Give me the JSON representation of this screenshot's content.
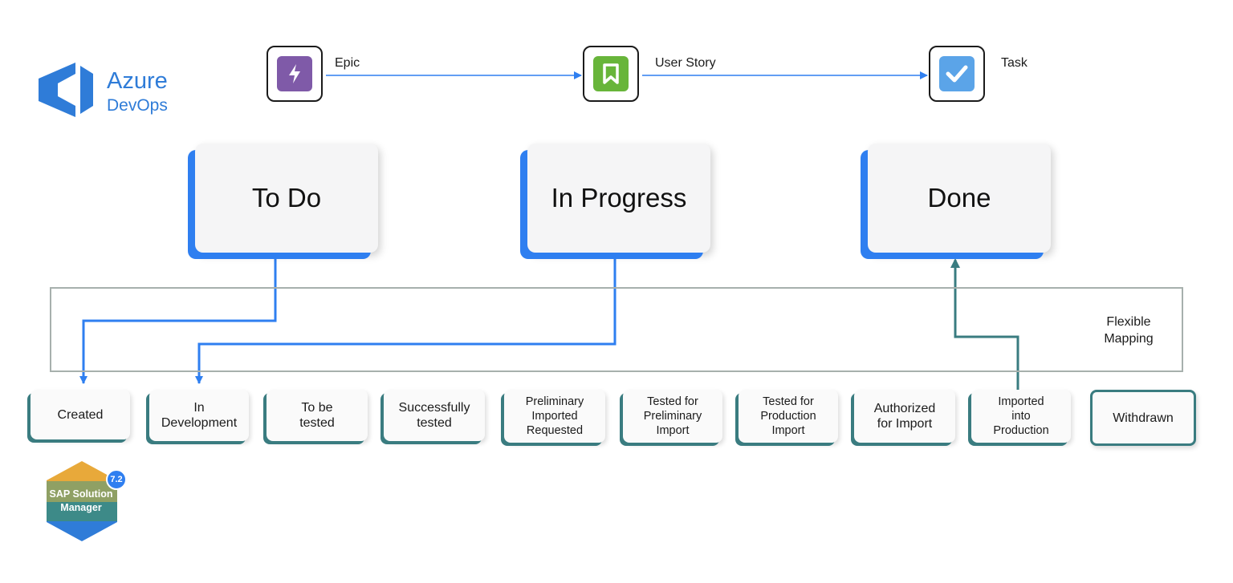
{
  "logo": {
    "word": "Azure",
    "sub": "DevOps"
  },
  "work_item_types": [
    {
      "label": "Epic",
      "icon": "lightning-icon",
      "color": "#7f5aa8"
    },
    {
      "label": "User Story",
      "icon": "bookmark-icon",
      "color": "#68b53a"
    },
    {
      "label": "Task",
      "icon": "checkmark-icon",
      "color": "#5ba4e8"
    }
  ],
  "statuses": [
    "To Do",
    "In Progress",
    "Done"
  ],
  "mapping_label_line1": "Flexible",
  "mapping_label_line2": "Mapping",
  "sap_states": [
    "Created",
    "In\nDevelopment",
    "To be\ntested",
    "Successfully\ntested",
    "Preliminary\nImported\nRequested",
    "Tested for\nPreliminary\nImport",
    "Tested for\nProduction\nImport",
    "Authorized\nfor Import",
    "Imported\ninto\nProduction",
    "Withdrawn"
  ],
  "sap_badge": {
    "line1": "SAP Solution",
    "line2": "Manager",
    "version": "7.2"
  },
  "colors": {
    "azure_blue": "#2f7ff0",
    "teal": "#3a7c80",
    "frame": "#a7b0ad"
  }
}
